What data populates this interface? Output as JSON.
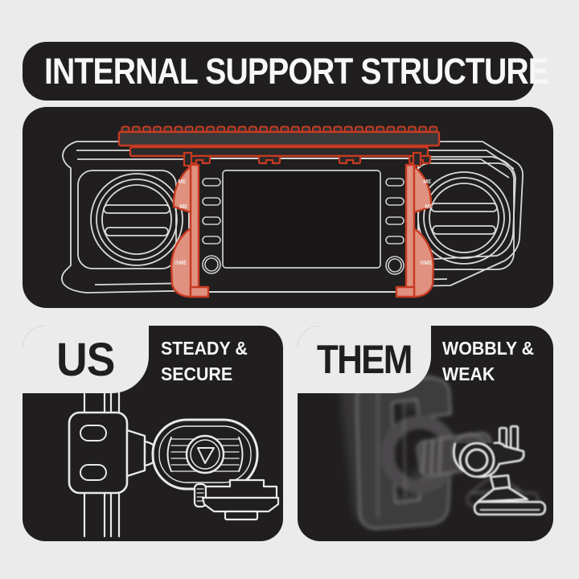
{
  "colors": {
    "background": "#ebebeb",
    "panel_dark": "#201e1f",
    "accent_red": "#c73b22",
    "tape_pink": "#e09180",
    "line_art": "#d9d9d9",
    "text_light": "#f7f7f7"
  },
  "header": {
    "title": "INTERNAL SUPPORT STRUCTURE"
  },
  "diagram": {
    "tape_marking": "3M",
    "tape_marking_registered": "3M®"
  },
  "comparison": {
    "us": {
      "label": "US",
      "tagline_line1": "STEADY &",
      "tagline_line2": "SECURE"
    },
    "them": {
      "label": "THEM",
      "tagline_line1": "WOBBLY &",
      "tagline_line2": "WEAK"
    }
  }
}
